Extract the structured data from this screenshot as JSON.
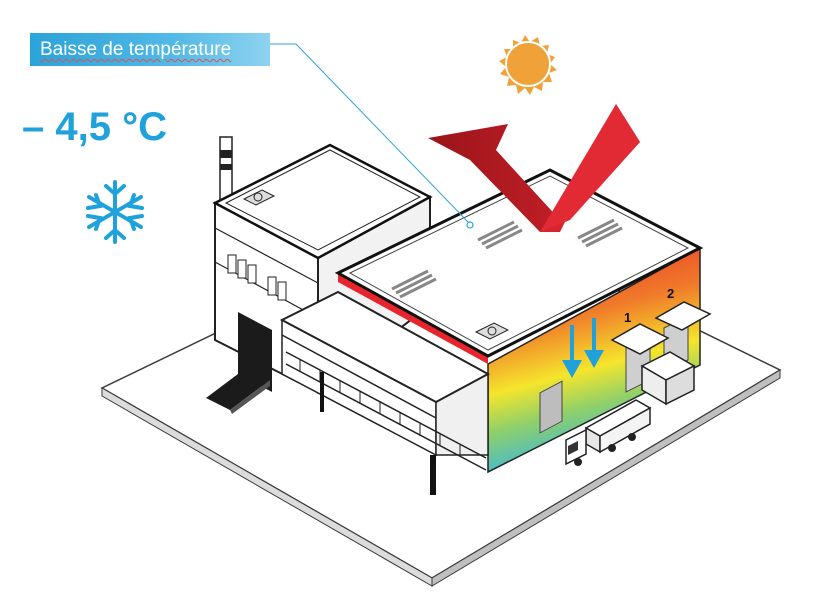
{
  "callout": {
    "label": "Baisse de température"
  },
  "indicator": {
    "value": "– 4,5 °C",
    "icon": "snowflake-icon"
  },
  "doors": {
    "door_1": "1",
    "door_2": "2"
  },
  "colors": {
    "accent_blue": "#1fa1dc",
    "sun": "#f0a238",
    "arrow_red": "#d7242e",
    "heat_red": "#e8242c",
    "heat_yellow": "#f5e52c",
    "cool_cyan": "#38b6e0"
  }
}
